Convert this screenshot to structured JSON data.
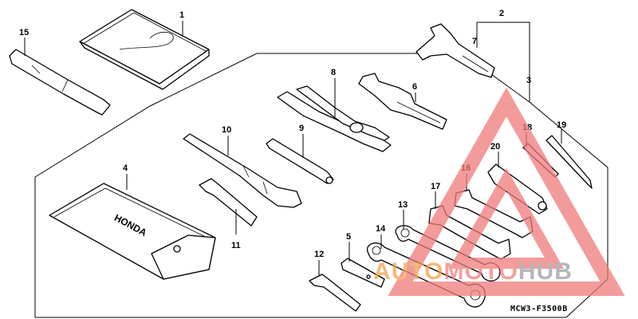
{
  "diagram": {
    "code": "MCW3-F3500B",
    "callouts": [
      "1",
      "2",
      "3",
      "4",
      "5",
      "6",
      "7",
      "8",
      "9",
      "10",
      "11",
      "12",
      "13",
      "14",
      "15",
      "16",
      "17",
      "18",
      "19",
      "20"
    ],
    "bag_text": "HONDA"
  },
  "watermark": {
    "auto": "AUTO",
    "moto": "MOTO",
    "hub": "HUB",
    "color_auto": "#f4a24a",
    "color_moto": "#f08080",
    "color_hub": "#9aa0a6",
    "color_triangle": "#f07a7a"
  }
}
